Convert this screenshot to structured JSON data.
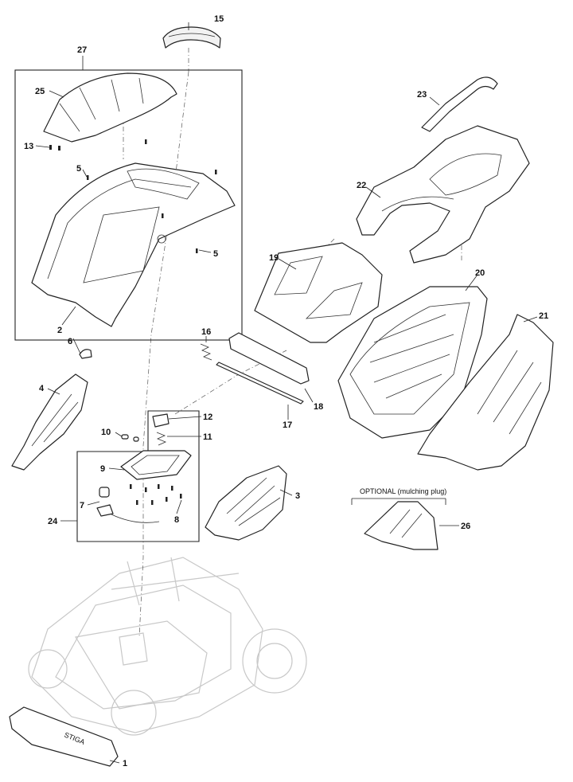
{
  "callouts": {
    "c1": "1",
    "c2": "2",
    "c3": "3",
    "c4": "4",
    "c5a": "5",
    "c5b": "5",
    "c6": "6",
    "c7": "7",
    "c8": "8",
    "c9": "9",
    "c10": "10",
    "c11": "11",
    "c12": "12",
    "c13": "13",
    "c15": "15",
    "c16": "16",
    "c17": "17",
    "c18": "18",
    "c19": "19",
    "c20": "20",
    "c21": "21",
    "c22": "22",
    "c23": "23",
    "c24": "24",
    "c25": "25",
    "c26": "26",
    "c27": "27"
  },
  "optional_note": "OPTIONAL (mulching plug)",
  "brand_logo": "STIGA"
}
